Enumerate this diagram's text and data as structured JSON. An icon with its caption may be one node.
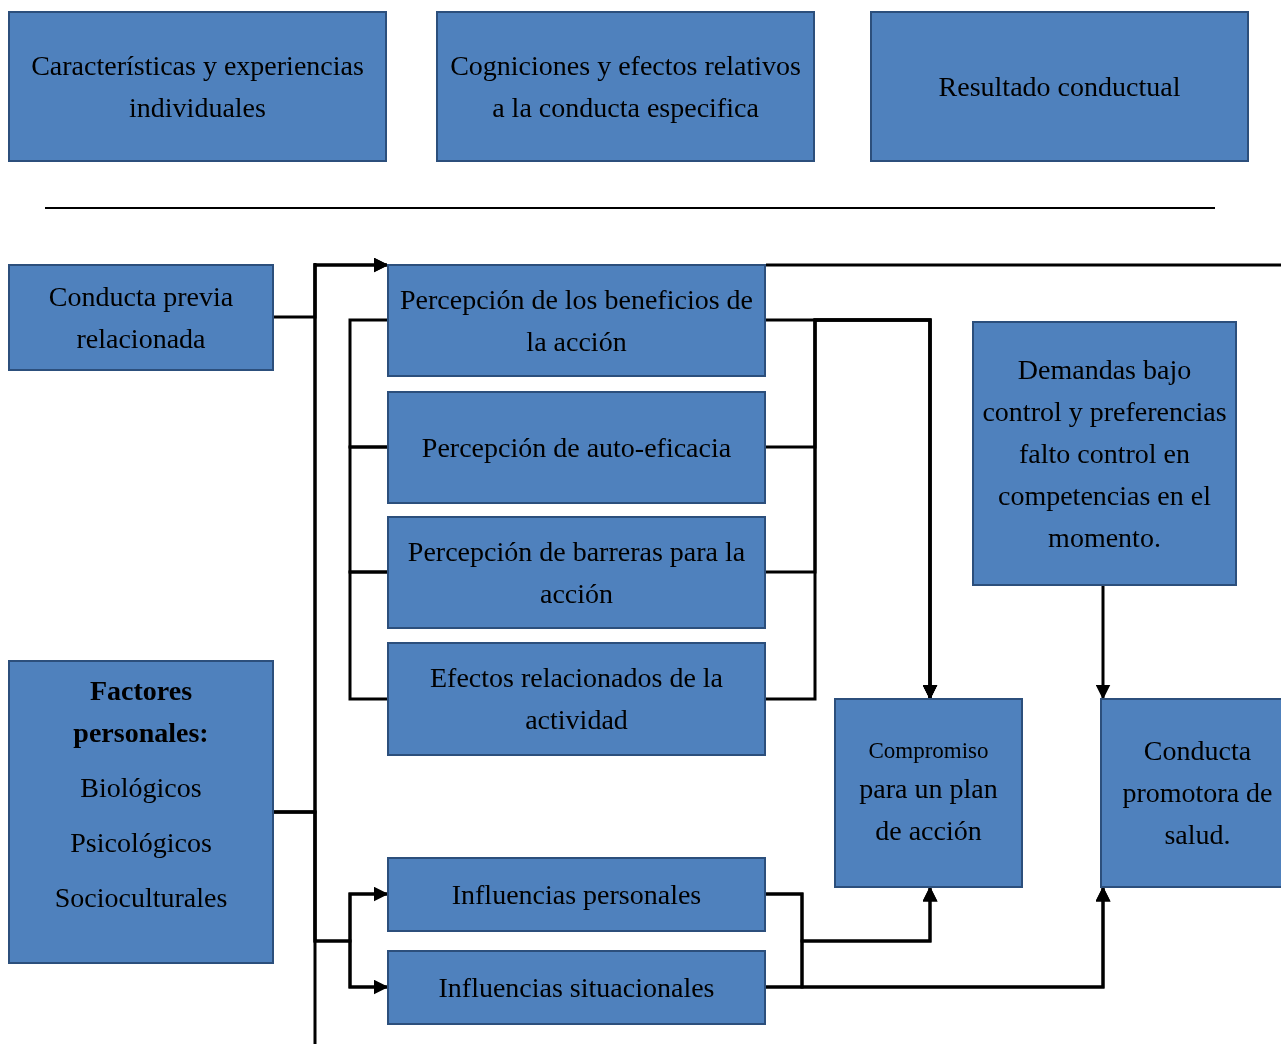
{
  "diagram": {
    "nodes": [
      {
        "text": [
          "Características y experiencias individuales"
        ]
      },
      {
        "text": [
          "Cogniciones y efectos relativos a la conducta especifica"
        ]
      },
      {
        "text": [
          "Resultado conductual"
        ]
      },
      {
        "text": [
          "Conducta previa relacionada"
        ]
      },
      {
        "text": [
          "Percepción de los beneficios de la acción"
        ]
      },
      {
        "text": [
          "Percepción de auto-eficacia"
        ]
      },
      {
        "text": [
          "Percepción de barreras para la acción"
        ]
      },
      {
        "text": [
          "Efectos relacionados de la actividad"
        ]
      },
      {
        "text": [
          "Demandas bajo control y preferencias falto control en competencias en el momento."
        ]
      },
      {
        "text": [
          "Factores personales:",
          "Biológicos",
          "Psicológicos",
          "Socioculturales"
        ]
      },
      {
        "text": [
          "Compromiso",
          "para un plan de acción"
        ]
      },
      {
        "text": [
          "Conducta promotora de salud."
        ]
      },
      {
        "text": [
          "Influencias personales"
        ]
      },
      {
        "text": [
          "Influencias situacionales"
        ]
      }
    ],
    "edges": [
      {
        "from": 3,
        "to": 4,
        "arrow": "to"
      },
      {
        "from": 9,
        "to": 4,
        "arrow": "to"
      },
      {
        "from": 9,
        "to": 12,
        "arrow": "to"
      },
      {
        "from": 9,
        "to": 13,
        "arrow": "to"
      },
      {
        "from": 4,
        "to": 10,
        "arrow": "to"
      },
      {
        "from": 5,
        "to": 10,
        "arrow": "to"
      },
      {
        "from": 6,
        "to": 10,
        "arrow": "to"
      },
      {
        "from": 7,
        "to": 10,
        "arrow": "to"
      },
      {
        "from": 8,
        "to": 11,
        "arrow": "to"
      },
      {
        "from": 12,
        "to": 10,
        "arrow": "to"
      },
      {
        "from": 13,
        "to": 10,
        "arrow": "to"
      },
      {
        "from": 12,
        "to": 11,
        "arrow": "to"
      },
      {
        "from": 13,
        "to": 11,
        "arrow": "to"
      },
      {
        "from": 4,
        "to": null,
        "arrow": "none"
      },
      {
        "from": 4,
        "to": 5,
        "arrow": "none"
      },
      {
        "from": 5,
        "to": 6,
        "arrow": "none"
      },
      {
        "from": 6,
        "to": 7,
        "arrow": "none"
      },
      {
        "from": 12,
        "to": 13,
        "arrow": "none"
      }
    ]
  }
}
